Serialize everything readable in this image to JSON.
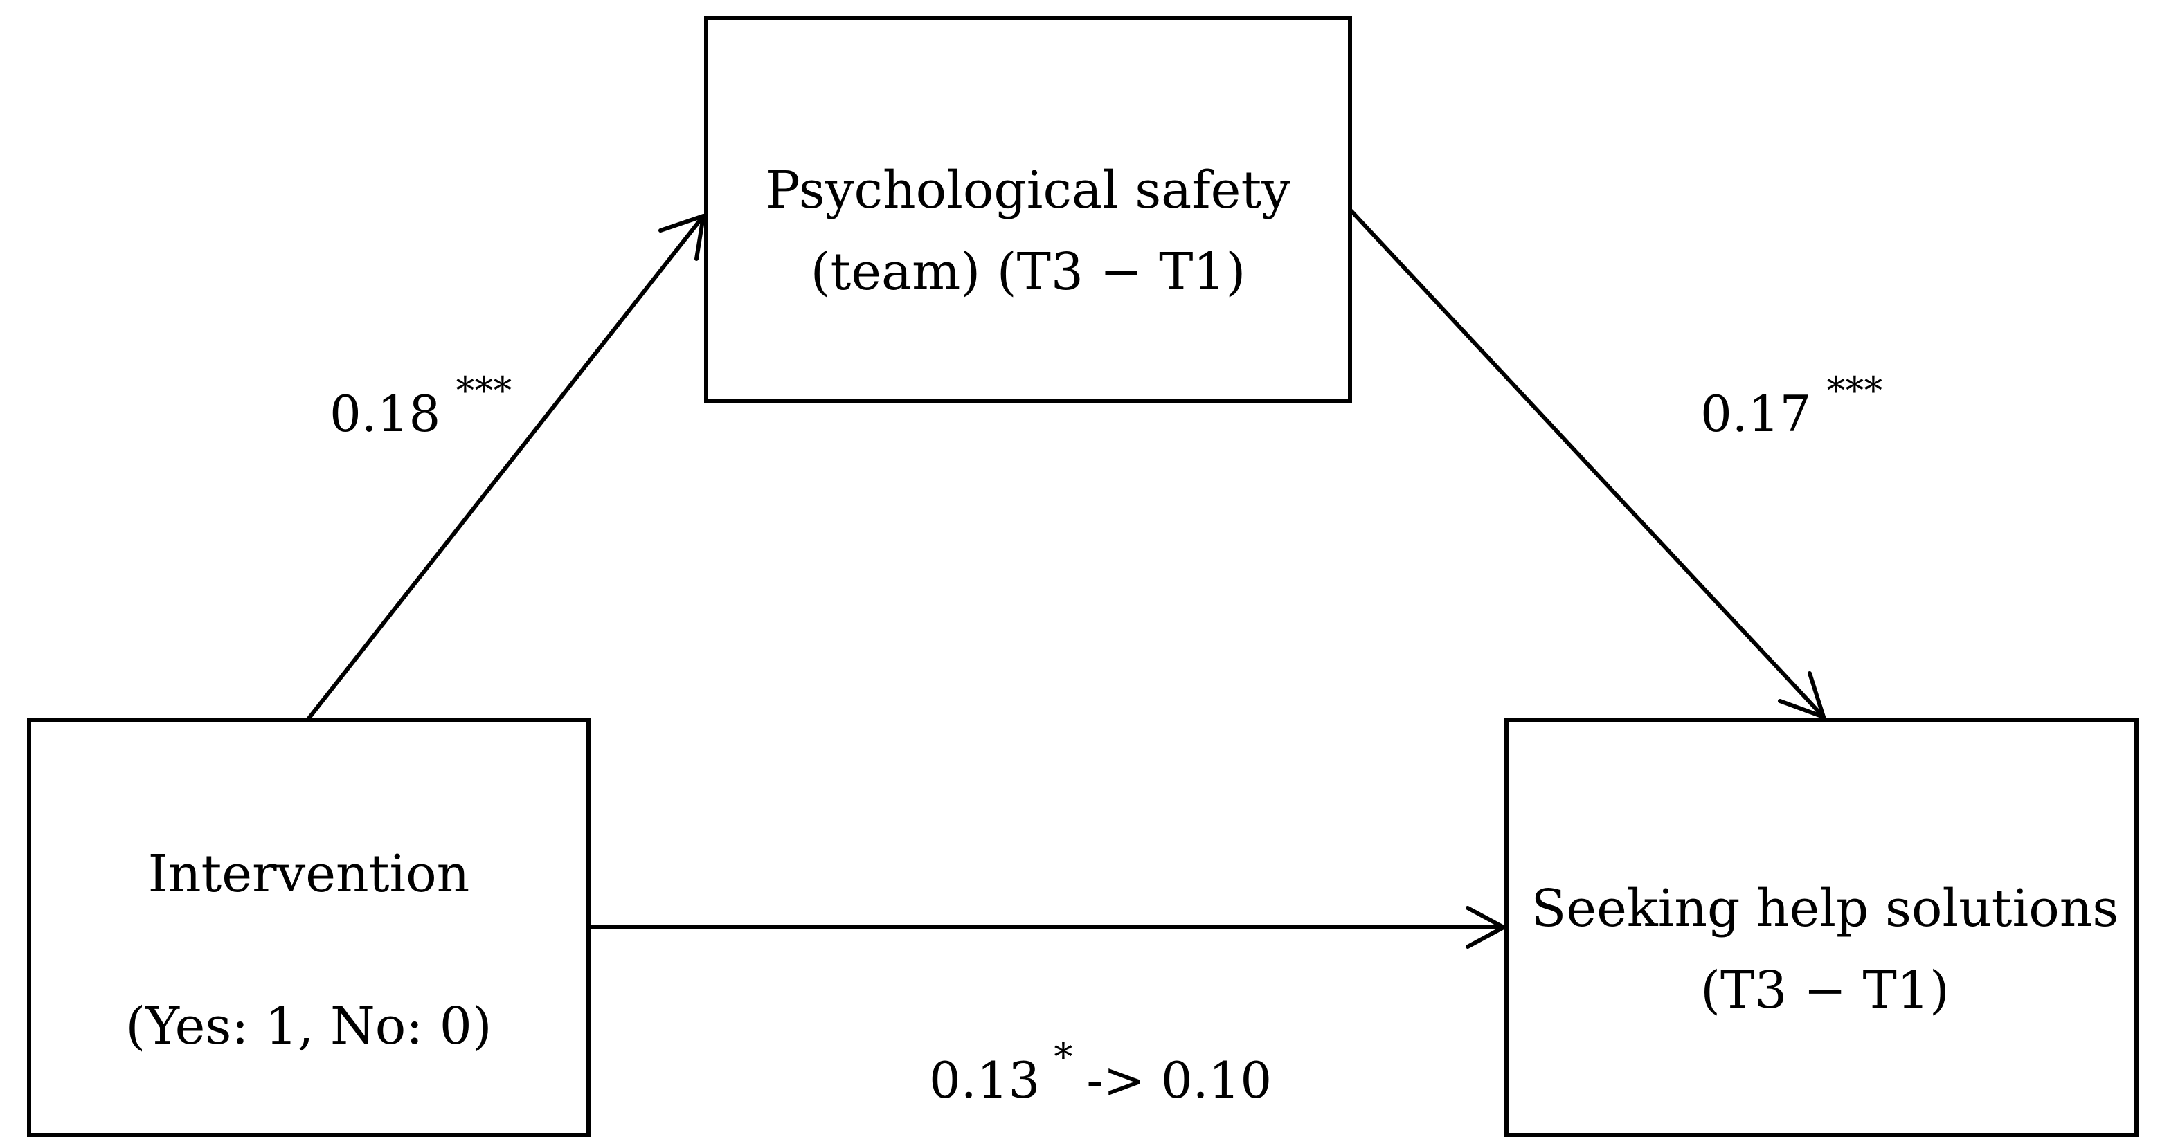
{
  "nodes": {
    "mediator": {
      "line1": "Psychological safety",
      "line2": "(team) (T3 − T1)"
    },
    "predictor": {
      "line1": "Intervention",
      "line2": "(Yes: 1, No: 0)"
    },
    "outcome": {
      "line1": "Seeking help solutions",
      "line2": "(T3 − T1)"
    }
  },
  "paths": {
    "a": {
      "coefficient": "0.18",
      "significance": "***"
    },
    "b": {
      "coefficient": "0.17",
      "significance": "***"
    },
    "c": {
      "coefficient": "0.13",
      "significance": "*",
      "suffix": "-> 0.10"
    }
  },
  "colors": {
    "stroke": "#000000",
    "background": "#ffffff"
  }
}
